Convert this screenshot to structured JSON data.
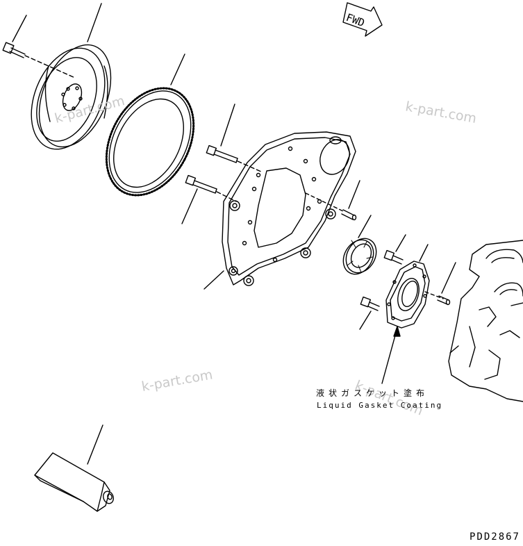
{
  "fwd_label": "FWD",
  "label": {
    "jp": "液状ガスケット塗布",
    "en": "Liquid Gasket Coating"
  },
  "drawing_code": "PDD2867",
  "watermarks": [
    "k-part.com",
    "k-part.com",
    "k-part.com",
    "k-part.com"
  ]
}
